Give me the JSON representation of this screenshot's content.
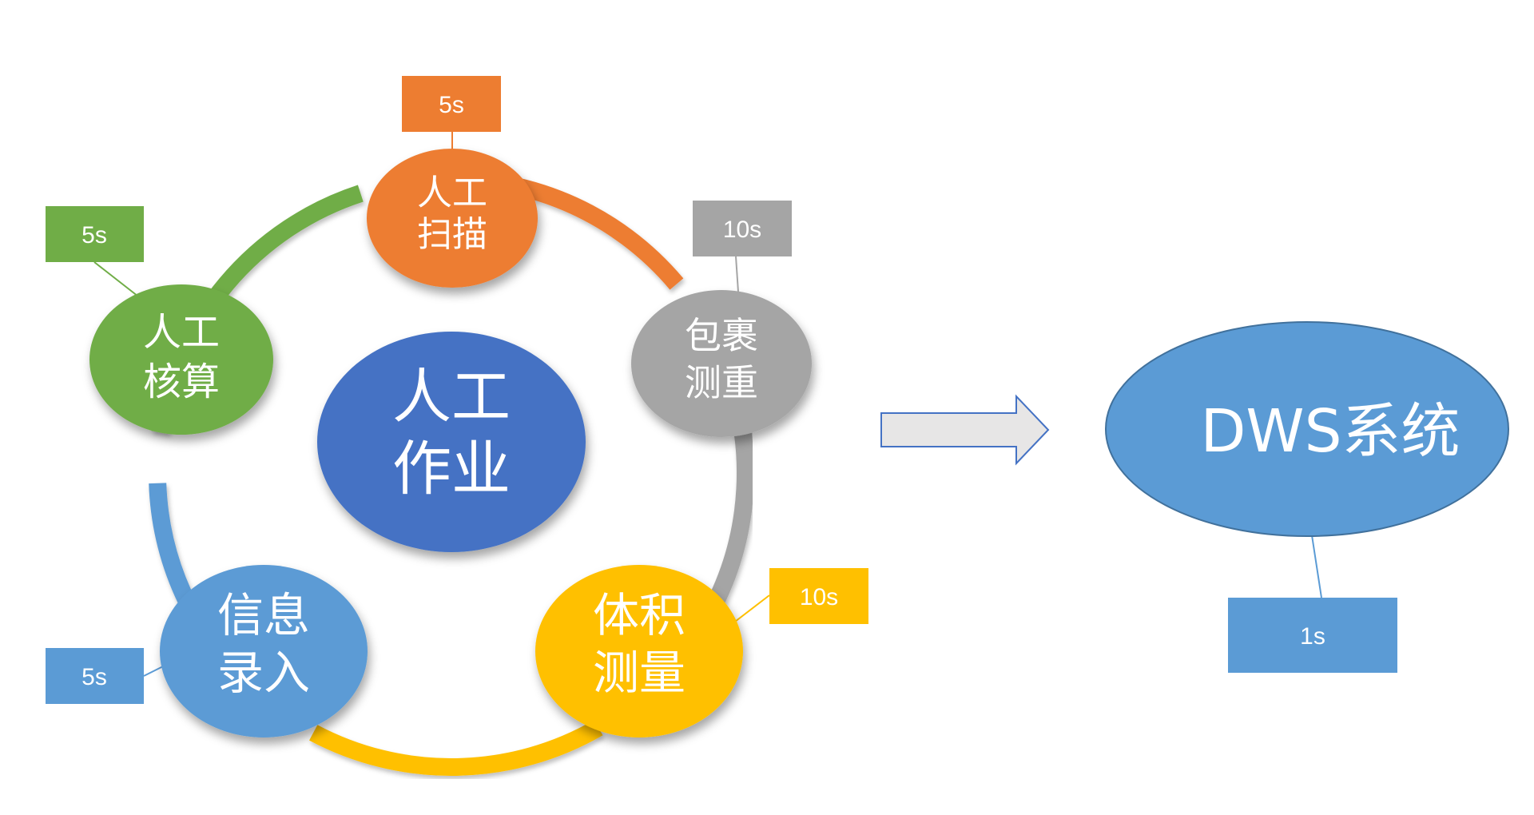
{
  "center": {
    "line1": "人工",
    "line2": "作业",
    "color": "#4472C4"
  },
  "nodes": [
    {
      "id": "scan",
      "line1": "人工",
      "line2": "扫描",
      "color": "#ED7D31",
      "time": "5s"
    },
    {
      "id": "weigh",
      "line1": "包裹",
      "line2": "测重",
      "color": "#A5A5A5",
      "time": "10s"
    },
    {
      "id": "volume",
      "line1": "体积",
      "line2": "测量",
      "color": "#FFC000",
      "time": "10s"
    },
    {
      "id": "entry",
      "line1": "信息",
      "line2": "录入",
      "color": "#5B9BD5",
      "time": "5s"
    },
    {
      "id": "calc",
      "line1": "人工",
      "line2": "核算",
      "color": "#70AD47",
      "time": "5s"
    }
  ],
  "target": {
    "label": "DWS系统",
    "time": "1s",
    "color": "#5B9BD5"
  },
  "arrow": {
    "fill": "#E7E6E6",
    "stroke": "#4472C4"
  }
}
